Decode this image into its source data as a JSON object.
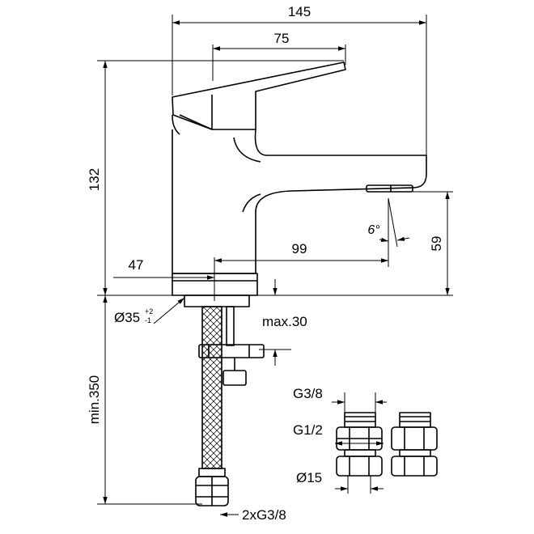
{
  "dimensions": {
    "overall_length": "145",
    "lever_length": "75",
    "overall_height": "132",
    "spout_reach": "99",
    "axis_offset": "47",
    "outlet_height": "59",
    "spout_angle": "6°",
    "hole_diameter": "Ø35",
    "hole_tolerance_plus": "+2",
    "hole_tolerance_minus": "-1",
    "max_deck_thickness": "max.30",
    "hose_min_length": "min.350",
    "hose_connection": "2xG3/8"
  },
  "fittings": {
    "thread_small": "G3/8",
    "thread_large": "G1/2",
    "pipe_diameter": "Ø15"
  },
  "colors": {
    "line": "#000000",
    "background": "#ffffff"
  }
}
